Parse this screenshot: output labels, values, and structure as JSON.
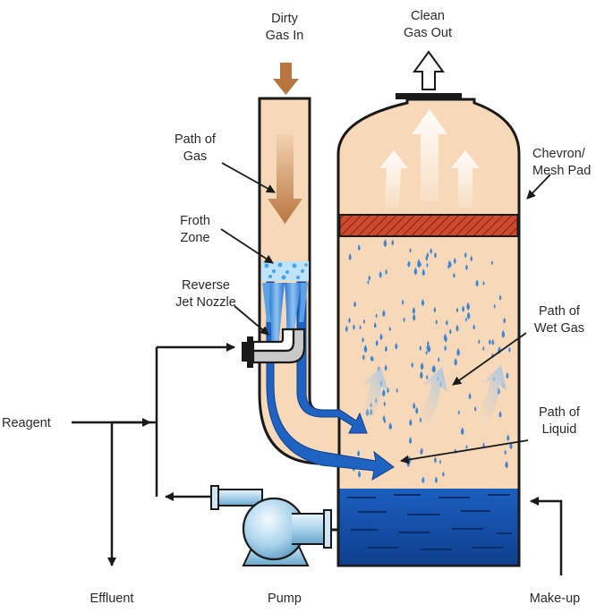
{
  "labels": {
    "dirty_gas_in_1": "Dirty",
    "dirty_gas_in_2": "Gas In",
    "clean_gas_out_1": "Clean",
    "clean_gas_out_2": "Gas Out",
    "path_of_gas_1": "Path of",
    "path_of_gas_2": "Gas",
    "froth_zone_1": "Froth",
    "froth_zone_2": "Zone",
    "reverse_jet_nozzle_1": "Reverse",
    "reverse_jet_nozzle_2": "Jet Nozzle",
    "chevron_mesh_pad_1": "Chevron/",
    "chevron_mesh_pad_2": "Mesh Pad",
    "path_of_wet_gas_1": "Path of",
    "path_of_wet_gas_2": "Wet Gas",
    "path_of_liquid_1": "Path of",
    "path_of_liquid_2": "Liquid",
    "reagent": "Reagent",
    "effluent": "Effluent",
    "pump": "Pump",
    "make_up": "Make-up"
  },
  "colors": {
    "vessel_fill": "#f7d9b9",
    "outline": "#1a1a1a",
    "gas_arrow": "#b8763f",
    "liquid_blue": "#1f63c2",
    "liquid_light": "#5aa2e6",
    "liquid_dark": "#0d3f8f",
    "mesh_pad": "#cf4a2c",
    "droplet": "#3b86d8",
    "wet_gas": "#bcd7ef",
    "pump_body": "#a9d3ec"
  },
  "icons": {
    "gas_in": "down-arrow-icon",
    "gas_out": "up-arrow-icon",
    "pump": "pump-icon"
  }
}
